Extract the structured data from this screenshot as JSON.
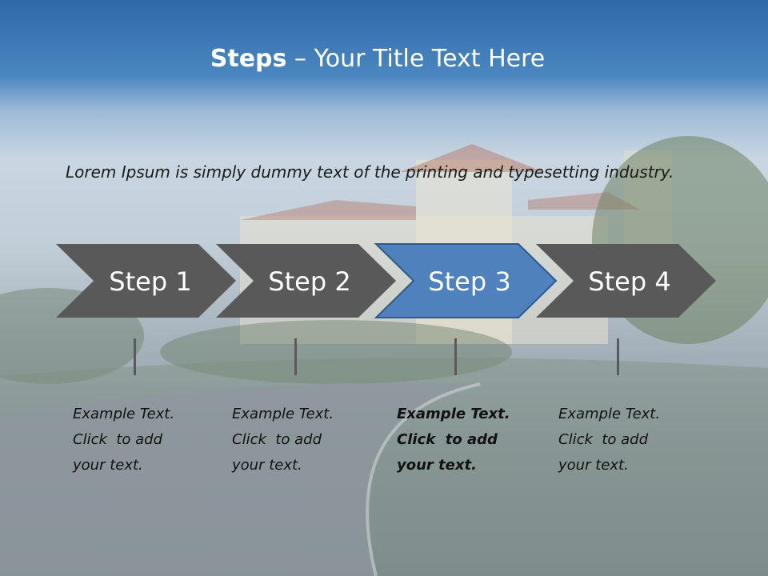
{
  "title": {
    "bold": "Steps",
    "rest": " – Your Title Text Here"
  },
  "intro": "Lorem Ipsum is simply dummy text of the printing and typesetting industry.",
  "steps": [
    {
      "label": "Step 1",
      "note": [
        "Example Text.",
        "Click  to add",
        "your text."
      ],
      "active": false
    },
    {
      "label": "Step 2",
      "note": [
        "Example Text.",
        "Click  to add",
        "your text."
      ],
      "active": false
    },
    {
      "label": "Step 3",
      "note": [
        "Example Text.",
        "Click  to add",
        "your text."
      ],
      "active": true
    },
    {
      "label": "Step 4",
      "note": [
        "Example Text.",
        "Click  to add",
        "your text."
      ],
      "active": false
    }
  ],
  "colors": {
    "step": "#595959",
    "active_step": "#4f81bd",
    "active_border": "#2c5a8c"
  }
}
